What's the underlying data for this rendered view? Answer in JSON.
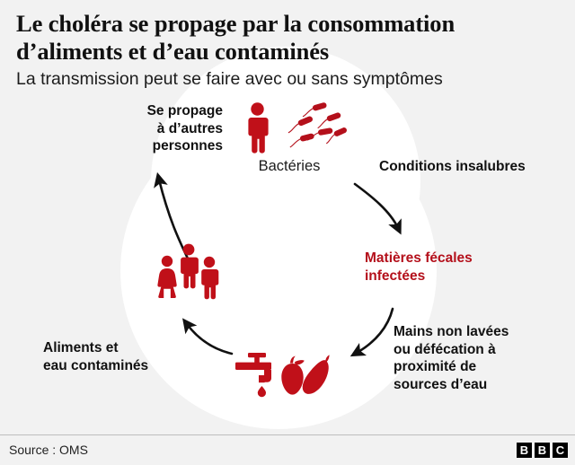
{
  "header": {
    "title": "Le choléra se propage par la consommation d’aliments et d’eau contaminés",
    "subtitle": "La transmission peut se faire avec ou sans symptômes"
  },
  "diagram": {
    "type": "cycle",
    "accent_red": "#b4101b",
    "icon_red": "#c01019",
    "background": "#f2f2f2",
    "circle_fill": "#ffffff",
    "nodes": [
      {
        "id": "bacteria",
        "label": "Bactéries",
        "label_style": "plain-black",
        "icon": "person-with-bacteria-icon"
      },
      {
        "id": "unsanitary",
        "label": "Conditions insalubres",
        "label_style": "bold-black",
        "icon": null
      },
      {
        "id": "feces",
        "label": "Matières fécales\ninfectées",
        "label_style": "bold-red",
        "icon": null
      },
      {
        "id": "hands",
        "label": "Mains non lavées\nou défécation à\nproximité de\nsources d’eau",
        "label_style": "bold-black",
        "icon": null
      },
      {
        "id": "food",
        "label": "Aliments et\neau contaminés",
        "label_style": "bold-black",
        "icon": "tap-and-food-icon"
      },
      {
        "id": "people",
        "label": "Se propage\nà d’autres\npersonnes",
        "label_style": "bold-black",
        "icon": "group-of-people-icon"
      }
    ],
    "arrows": [
      {
        "id": "arrow-bacteria-to-feces",
        "direction": "down-right"
      },
      {
        "id": "arrow-feces-to-food",
        "direction": "down-left"
      },
      {
        "id": "arrow-food-to-people",
        "direction": "up-left"
      },
      {
        "id": "arrow-people-to-spread",
        "direction": "up-left"
      }
    ]
  },
  "footer": {
    "source": "Source : OMS",
    "logo": [
      "B",
      "B",
      "C"
    ]
  }
}
